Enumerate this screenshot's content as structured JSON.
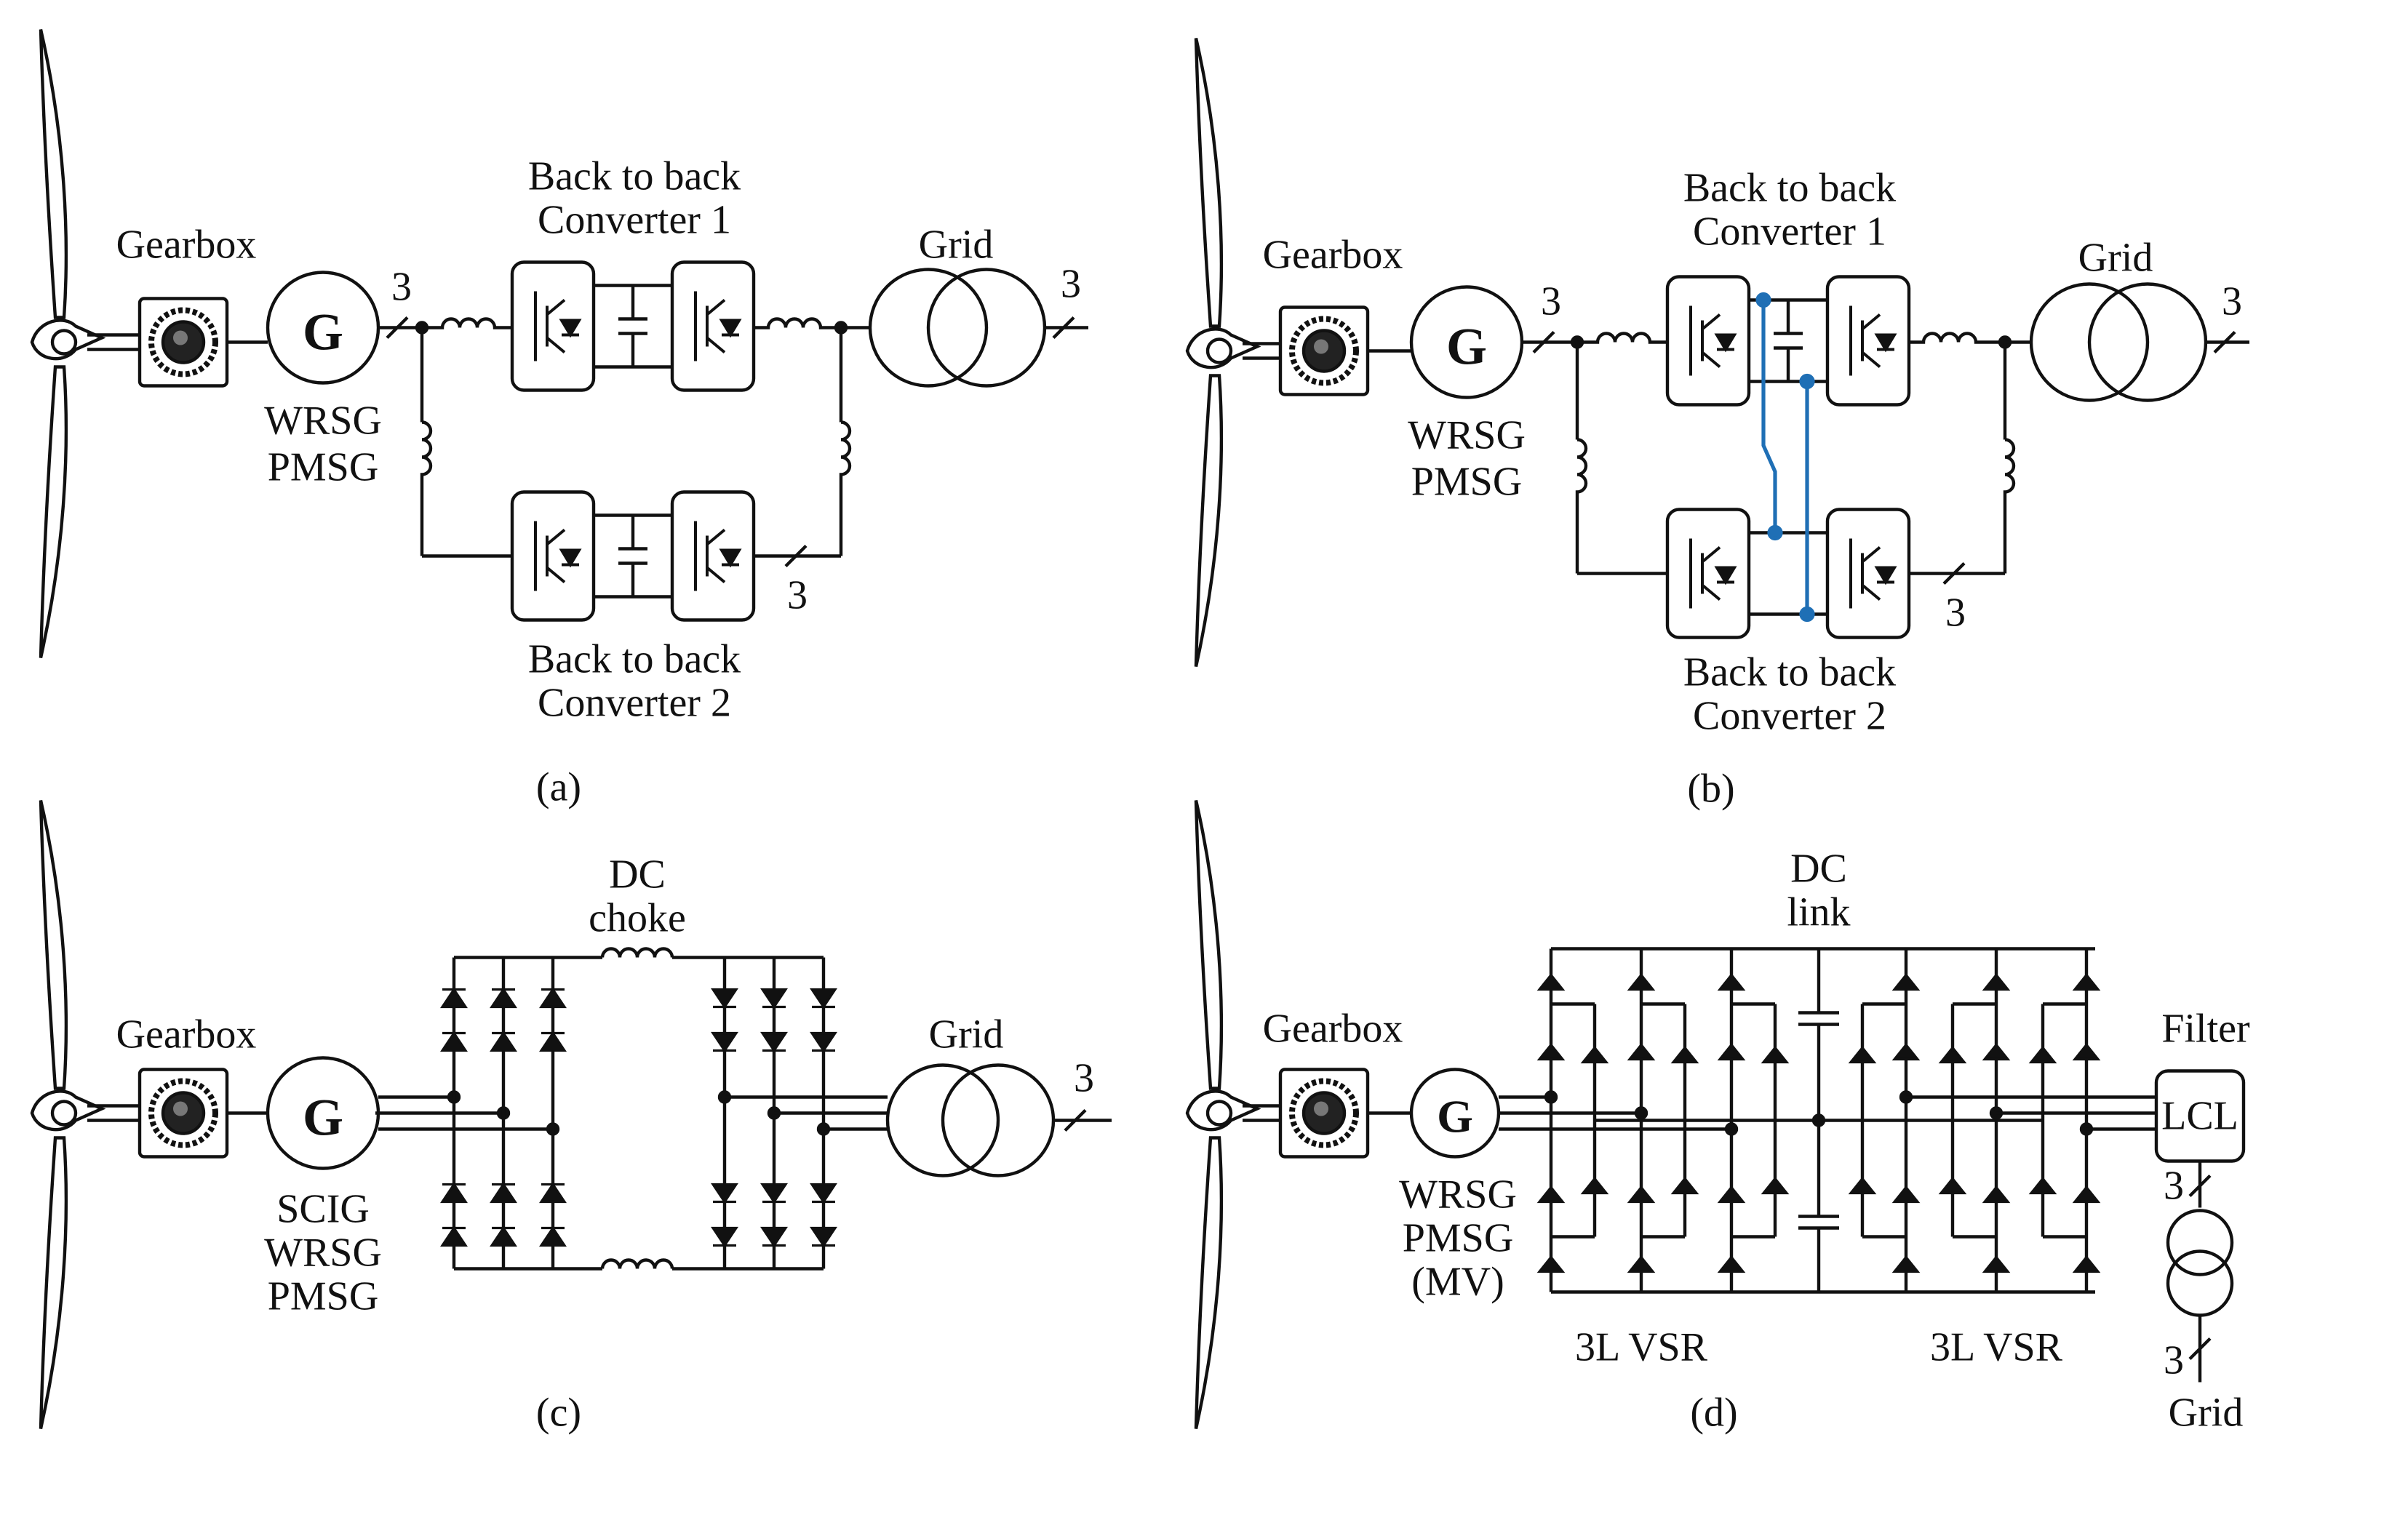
{
  "colors": {
    "line": "#111111",
    "interleave": "#1f6fb5",
    "box_fill": "#ffffff"
  },
  "panels": {
    "a": {
      "caption": "(a)",
      "gearbox": "Gearbox",
      "generator": "G",
      "gen_types": [
        "WRSG",
        "PMSG"
      ],
      "conv1": [
        "Back to back",
        "Converter 1"
      ],
      "conv2": [
        "Back to back",
        "Converter 2"
      ],
      "grid": "Grid",
      "phase_gen": "3",
      "phase_grid": "3",
      "phase_conv2": "3"
    },
    "b": {
      "caption": "(b)",
      "gearbox": "Gearbox",
      "generator": "G",
      "gen_types": [
        "WRSG",
        "PMSG"
      ],
      "conv1": [
        "Back to back",
        "Converter 1"
      ],
      "conv2": [
        "Back to back",
        "Converter 2"
      ],
      "grid": "Grid",
      "phase_gen": "3",
      "phase_grid": "3",
      "phase_conv2": "3"
    },
    "c": {
      "caption": "(c)",
      "gearbox": "Gearbox",
      "generator": "G",
      "gen_types": [
        "SCIG",
        "WRSG",
        "PMSG"
      ],
      "dc_label": [
        "DC",
        "choke"
      ],
      "grid": "Grid",
      "phase_grid": "3"
    },
    "d": {
      "caption": "(d)",
      "gearbox": "Gearbox",
      "generator": "G",
      "gen_types": [
        "WRSG",
        "PMSG",
        "(MV)"
      ],
      "dc_label": [
        "DC",
        "link"
      ],
      "vsr_left": "3L VSR",
      "vsr_right": "3L VSR",
      "filter": "Filter",
      "lcl": "LCL",
      "grid": "Grid",
      "phase_filter": "3",
      "phase_grid": "3"
    }
  }
}
